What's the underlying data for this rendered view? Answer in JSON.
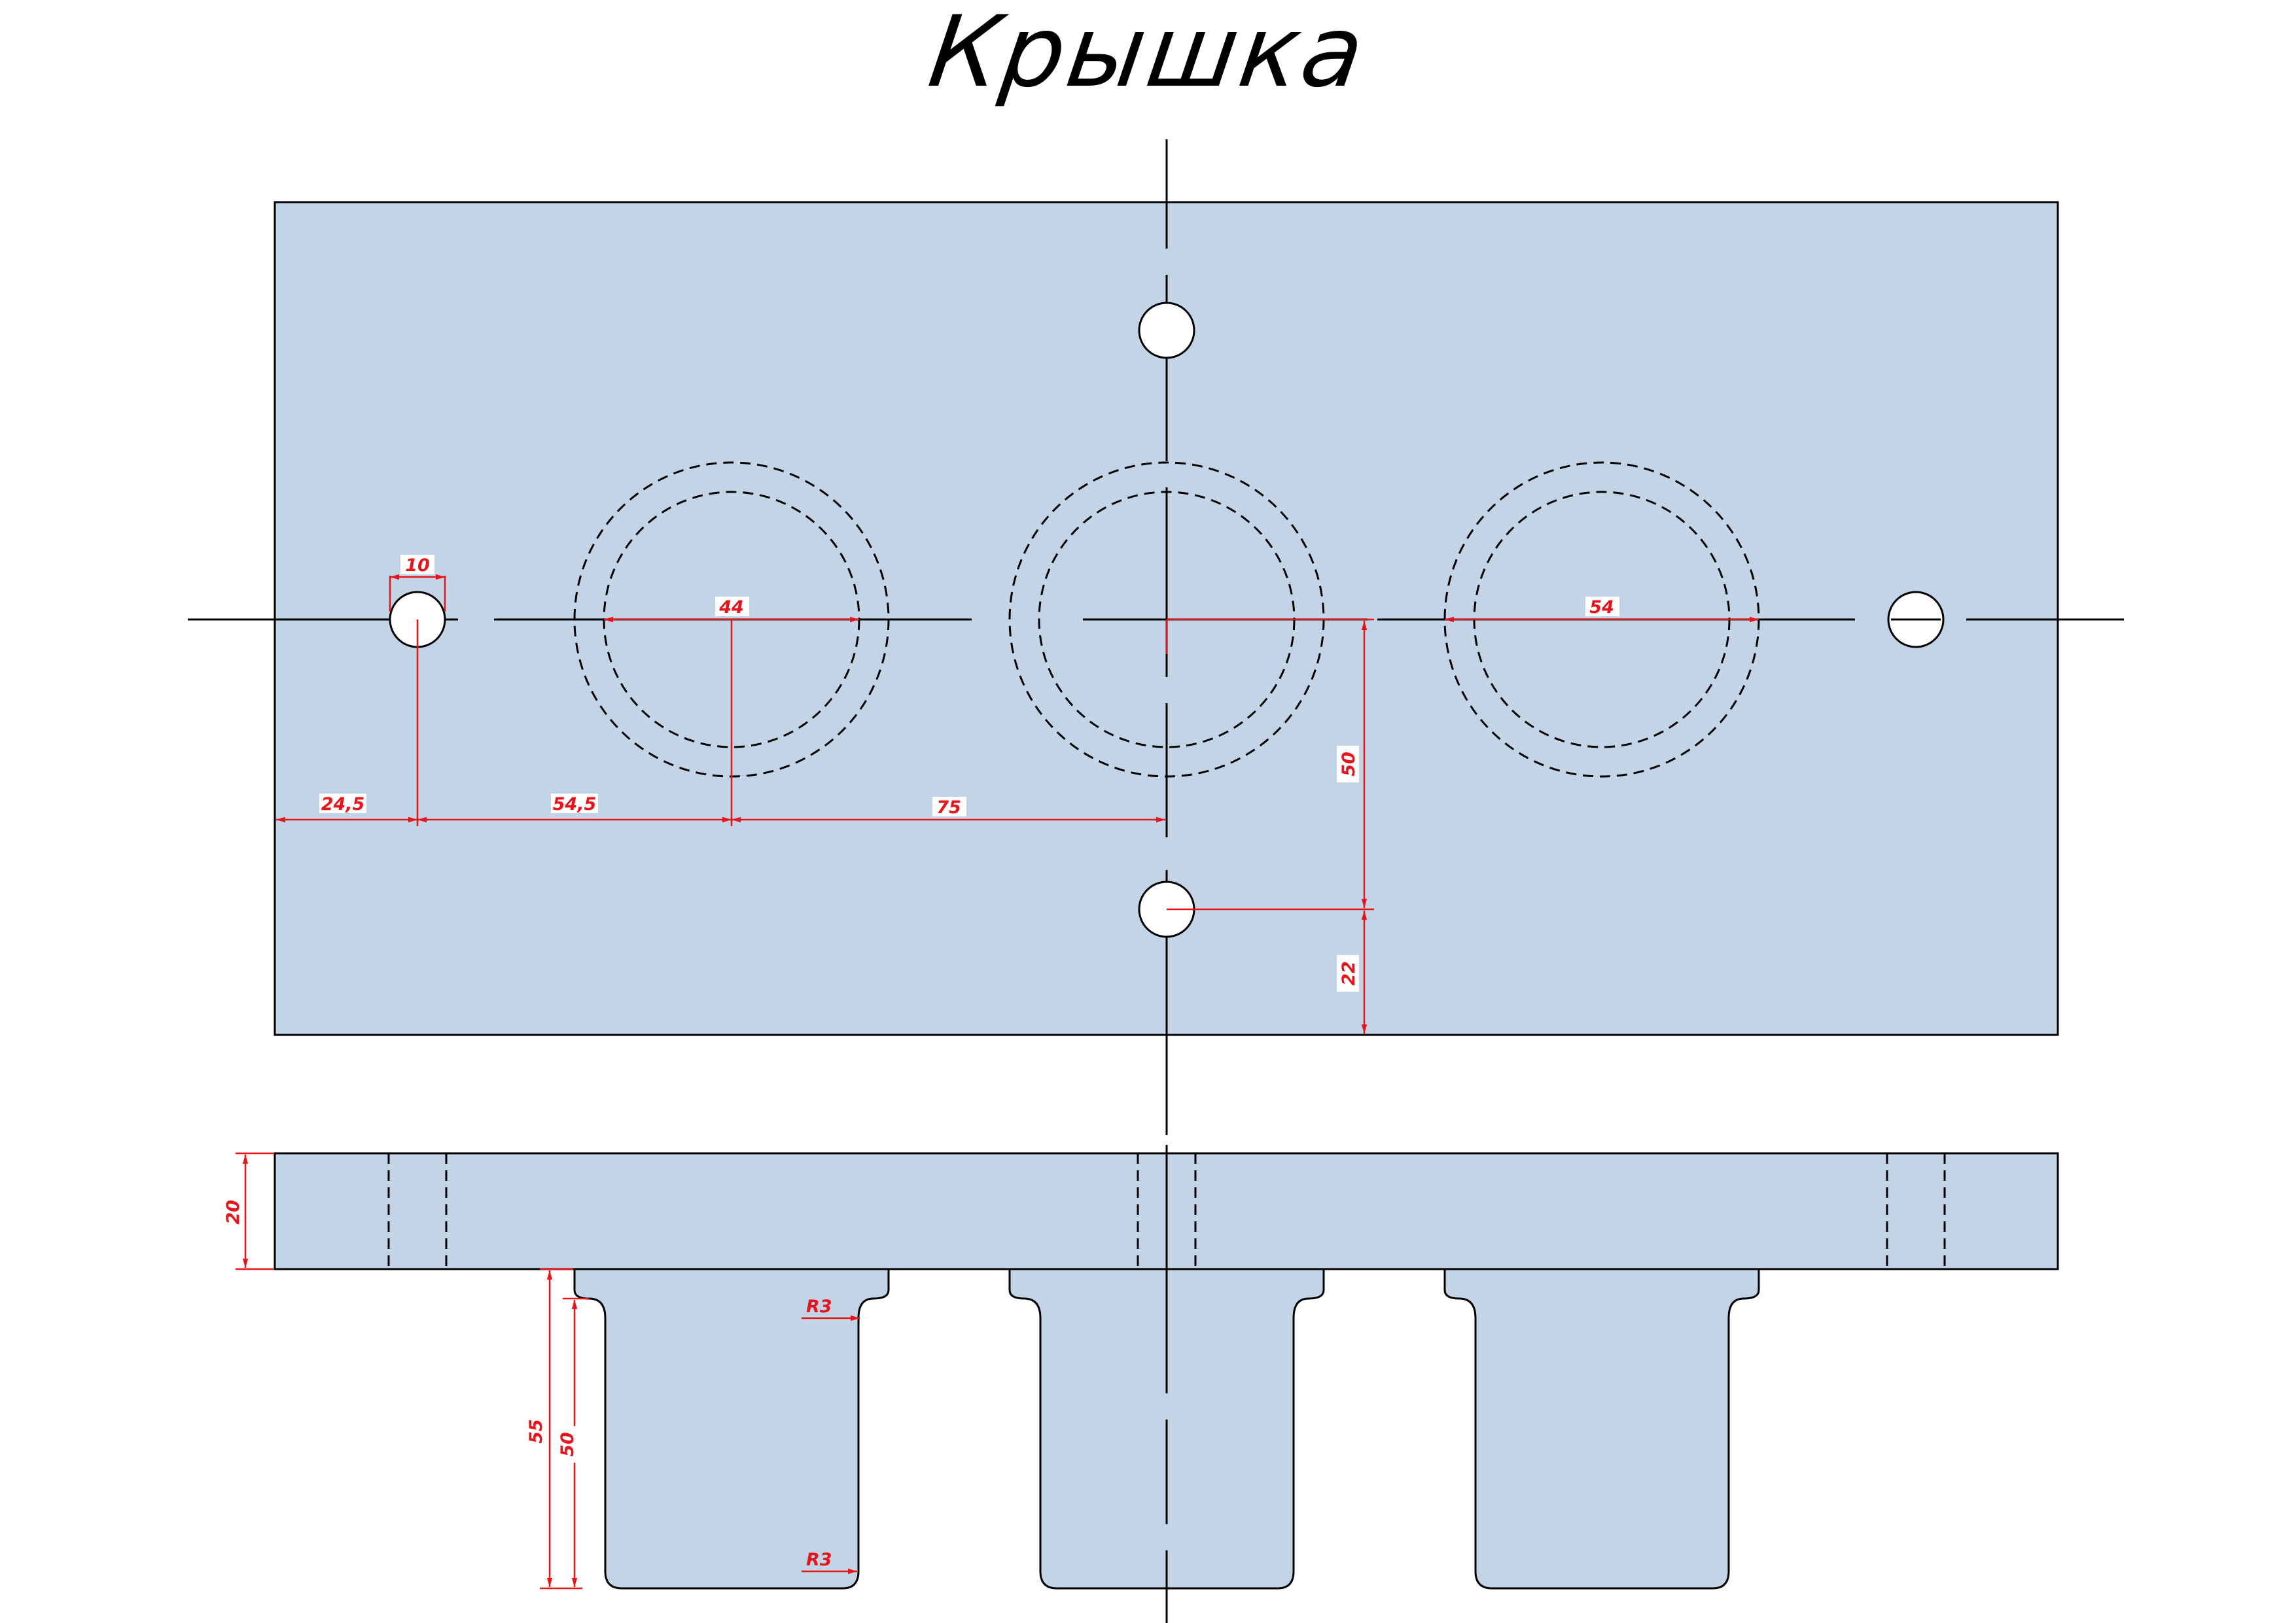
{
  "title": "Крышка",
  "colors": {
    "part_fill": "#c3d4e7",
    "outline": "#000000",
    "dimension": "#e8141c",
    "background": "#ffffff"
  },
  "dimensions": {
    "small_hole_diameter": "10",
    "inner_circle_left": "44",
    "inner_circle_right": "54",
    "left_edge_to_small_hole": "24,5",
    "small_hole_to_left_circle": "54,5",
    "left_circle_to_center": "75",
    "vertical_center_to_hole": "50",
    "hole_to_bottom_edge": "22",
    "plate_thickness": "20",
    "boss_height_outer": "55",
    "boss_height_inner": "50",
    "fillet_top": "R3",
    "fillet_bottom": "R3"
  }
}
